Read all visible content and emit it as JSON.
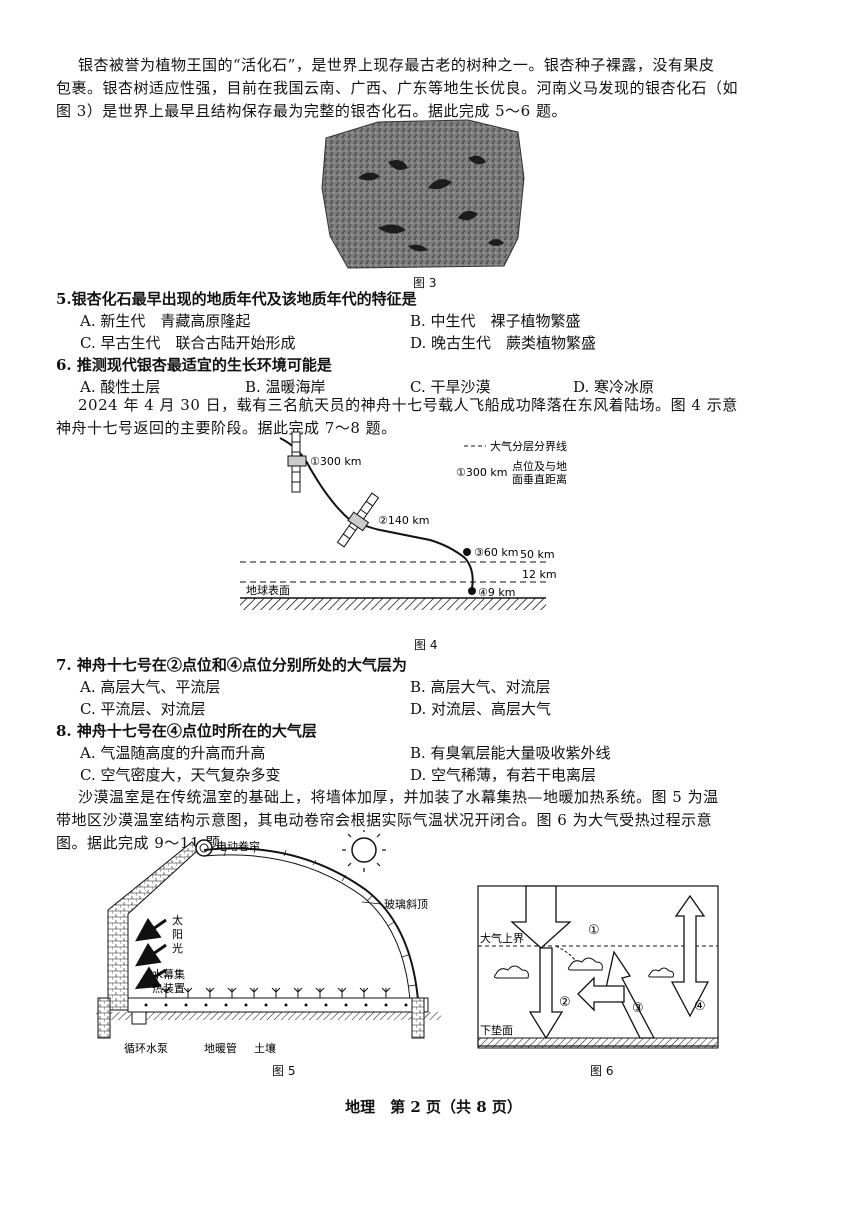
{
  "intro1": {
    "l1": "银杏被誉为植物王国的“活化石”，是世界上现存最古老的树种之一。银杏种子裸露，没有果皮",
    "l2": "包裹。银杏树适应性强，目前在我国云南、广西、广东等地生长优良。河南义马发现的银杏化石（如",
    "l3": "图 3）是世界上最早且结构保存最为完整的银杏化石。据此完成 5～6 题。"
  },
  "fig3_caption": "图 3",
  "q5": {
    "stem": "5.银杏化石最早出现的地质年代及该地质年代的特征是",
    "a": "A. 新生代　青藏高原隆起",
    "b": "B. 中生代　裸子植物繁盛",
    "c": "C. 早古生代　联合古陆开始形成",
    "d": "D. 晚古生代　蕨类植物繁盛"
  },
  "q6": {
    "stem": "6. 推测现代银杏最适宜的生长环境可能是",
    "a": "A. 酸性土层",
    "b": "B. 温暖海岸",
    "c": "C. 干旱沙漠",
    "d": "D. 寒冷冰原"
  },
  "intro2": {
    "l1": "2024 年 4 月 30 日，载有三名航天员的神舟十七号载人飞船成功降落在东风着陆场。图 4 示意",
    "l2": "神舟十七号返回的主要阶段。据此完成 7～8 题。"
  },
  "fig4": {
    "legend_line": "大气分层分界线",
    "legend_point": "①300 km",
    "legend_point_desc1": "点位及与地",
    "legend_point_desc2": "面垂直距离",
    "p1": "①300 km",
    "p2": "②140 km",
    "p3": "③60 km",
    "p4": "④9 km",
    "b50": "50 km",
    "b12": "12 km",
    "ground": "地球表面",
    "caption": "图 4"
  },
  "q7": {
    "stem": "7. 神舟十七号在②点位和④点位分别所处的大气层为",
    "a": "A. 高层大气、平流层",
    "b": "B. 高层大气、对流层",
    "c": "C. 平流层、对流层",
    "d": "D. 对流层、高层大气"
  },
  "q8": {
    "stem": "8. 神舟十七号在④点位时所在的大气层",
    "a": "A. 气温随高度的升高而升高",
    "b": "B. 有臭氧层能大量吸收紫外线",
    "c": "C. 空气密度大，天气复杂多变",
    "d": "D. 空气稀薄，有若干电离层"
  },
  "intro3": {
    "l1": "沙漠温室是在传统温室的基础上，将墙体加厚，并加装了水幕集热—地暖加热系统。图 5 为温",
    "l2": "带地区沙漠温室结构示意图，其电动卷帘会根据实际气温状况开闭合。图 6 为大气受热过程示意",
    "l3": "图。据此完成 9～11 题。"
  },
  "fig5": {
    "curtain": "电动卷帘",
    "glass": "玻璃斜顶",
    "sun1": "太",
    "sun2": "阳",
    "sun3": "光",
    "water1": "水幕集",
    "water2": "热装置",
    "pump": "循环水泵",
    "pipe": "地暖管",
    "soil": "土壤",
    "caption": "图 5"
  },
  "fig6": {
    "top": "大气上界",
    "bottom": "下垫面",
    "n1": "①",
    "n2": "②",
    "n3": "③",
    "n4": "④",
    "caption": "图 6"
  },
  "footer": "地理　第 2 页（共 8 页）"
}
